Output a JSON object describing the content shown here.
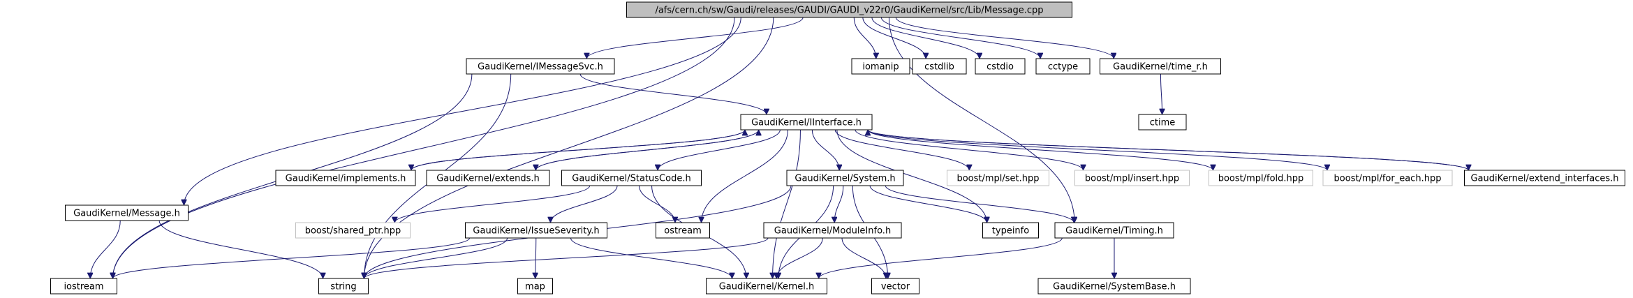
{
  "colors": {
    "edge": "#191970",
    "root_fill": "#bfbfbf",
    "node_fill": "#ffffff",
    "node_stroke": "#000000",
    "ghost_stroke": "#c0c0c0"
  },
  "nodes": [
    {
      "id": "root",
      "label": "/afs/cern.ch/sw/Gaudi/releases/GAUDI/GAUDI_v22r0/GaudiKernel/src/Lib/Message.cpp",
      "style": "root"
    },
    {
      "id": "iostream",
      "label": "iostream",
      "style": "plain"
    },
    {
      "id": "message_h",
      "label": "GaudiKernel/Message.h",
      "style": "plain"
    },
    {
      "id": "string",
      "label": "string",
      "style": "plain"
    },
    {
      "id": "imessagesvc",
      "label": "GaudiKernel/IMessageSvc.h",
      "style": "plain"
    },
    {
      "id": "iinterface",
      "label": "GaudiKernel/IInterface.h",
      "style": "plain"
    },
    {
      "id": "iomanip",
      "label": "iomanip",
      "style": "plain"
    },
    {
      "id": "cstdlib",
      "label": "cstdlib",
      "style": "plain"
    },
    {
      "id": "cstdio",
      "label": "cstdio",
      "style": "plain"
    },
    {
      "id": "cctype",
      "label": "cctype",
      "style": "plain"
    },
    {
      "id": "time_r",
      "label": "GaudiKernel/time_r.h",
      "style": "plain"
    },
    {
      "id": "ctime",
      "label": "ctime",
      "style": "plain"
    },
    {
      "id": "implements",
      "label": "GaudiKernel/implements.h",
      "style": "plain"
    },
    {
      "id": "extends",
      "label": "GaudiKernel/extends.h",
      "style": "plain"
    },
    {
      "id": "statuscode",
      "label": "GaudiKernel/StatusCode.h",
      "style": "plain"
    },
    {
      "id": "system",
      "label": "GaudiKernel/System.h",
      "style": "plain"
    },
    {
      "id": "mpl_set",
      "label": "boost/mpl/set.hpp",
      "style": "ghost"
    },
    {
      "id": "mpl_insert",
      "label": "boost/mpl/insert.hpp",
      "style": "ghost"
    },
    {
      "id": "mpl_fold",
      "label": "boost/mpl/fold.hpp",
      "style": "ghost"
    },
    {
      "id": "mpl_foreach",
      "label": "boost/mpl/for_each.hpp",
      "style": "ghost"
    },
    {
      "id": "extend_if",
      "label": "GaudiKernel/extend_interfaces.h",
      "style": "plain"
    },
    {
      "id": "shared_ptr",
      "label": "boost/shared_ptr.hpp",
      "style": "ghost"
    },
    {
      "id": "issueseverity",
      "label": "GaudiKernel/IssueSeverity.h",
      "style": "plain"
    },
    {
      "id": "ostream",
      "label": "ostream",
      "style": "plain"
    },
    {
      "id": "moduleinfo",
      "label": "GaudiKernel/ModuleInfo.h",
      "style": "plain"
    },
    {
      "id": "typeinfo",
      "label": "typeinfo",
      "style": "plain"
    },
    {
      "id": "timing",
      "label": "GaudiKernel/Timing.h",
      "style": "plain"
    },
    {
      "id": "map",
      "label": "map",
      "style": "plain"
    },
    {
      "id": "kernel",
      "label": "GaudiKernel/Kernel.h",
      "style": "plain"
    },
    {
      "id": "vector",
      "label": "vector",
      "style": "plain"
    },
    {
      "id": "systembase",
      "label": "GaudiKernel/SystemBase.h",
      "style": "plain"
    }
  ],
  "edges": [
    [
      "root",
      "iostream"
    ],
    [
      "root",
      "message_h"
    ],
    [
      "root",
      "string"
    ],
    [
      "root",
      "imessagesvc"
    ],
    [
      "root",
      "iomanip"
    ],
    [
      "root",
      "cstdlib"
    ],
    [
      "root",
      "cstdio"
    ],
    [
      "root",
      "cctype"
    ],
    [
      "root",
      "time_r"
    ],
    [
      "root",
      "timing"
    ],
    [
      "message_h",
      "iostream"
    ],
    [
      "message_h",
      "string"
    ],
    [
      "imessagesvc",
      "iinterface"
    ],
    [
      "imessagesvc",
      "string"
    ],
    [
      "imessagesvc",
      "iostream"
    ],
    [
      "time_r",
      "ctime"
    ],
    [
      "iinterface",
      "implements"
    ],
    [
      "iinterface",
      "extends"
    ],
    [
      "iinterface",
      "statuscode"
    ],
    [
      "iinterface",
      "system"
    ],
    [
      "iinterface",
      "mpl_set"
    ],
    [
      "iinterface",
      "mpl_insert"
    ],
    [
      "iinterface",
      "mpl_fold"
    ],
    [
      "iinterface",
      "mpl_foreach"
    ],
    [
      "iinterface",
      "extend_if"
    ],
    [
      "iinterface",
      "ostream"
    ],
    [
      "iinterface",
      "typeinfo"
    ],
    [
      "iinterface",
      "kernel"
    ],
    [
      "implements",
      "iinterface"
    ],
    [
      "extends",
      "iinterface"
    ],
    [
      "extend_if",
      "iinterface"
    ],
    [
      "statuscode",
      "shared_ptr"
    ],
    [
      "statuscode",
      "issueseverity"
    ],
    [
      "statuscode",
      "ostream"
    ],
    [
      "statuscode",
      "kernel"
    ],
    [
      "system",
      "moduleinfo"
    ],
    [
      "system",
      "typeinfo"
    ],
    [
      "system",
      "timing"
    ],
    [
      "system",
      "kernel"
    ],
    [
      "system",
      "string"
    ],
    [
      "system",
      "vector"
    ],
    [
      "issueseverity",
      "iostream"
    ],
    [
      "issueseverity",
      "string"
    ],
    [
      "issueseverity",
      "map"
    ],
    [
      "issueseverity",
      "kernel"
    ],
    [
      "moduleinfo",
      "kernel"
    ],
    [
      "moduleinfo",
      "string"
    ],
    [
      "moduleinfo",
      "vector"
    ],
    [
      "timing",
      "kernel"
    ],
    [
      "timing",
      "systembase"
    ]
  ]
}
